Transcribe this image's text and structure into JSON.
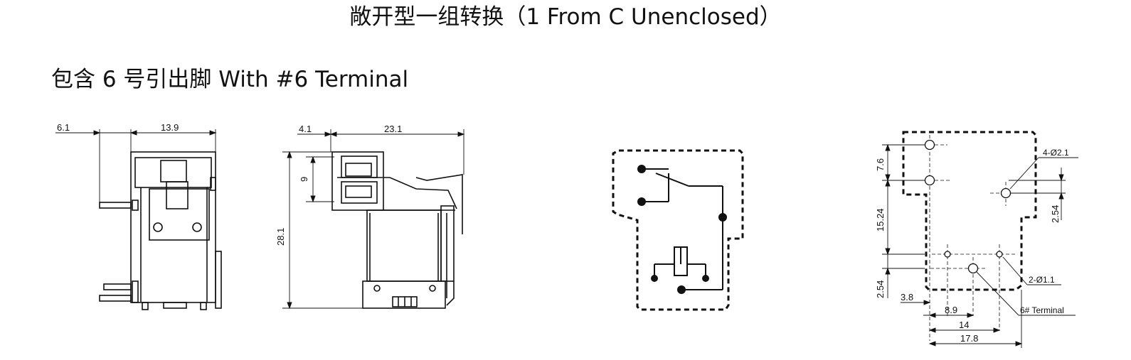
{
  "title": "敞开型一组转换（1 From C Unenclosed）",
  "subtitle": "包含 6 号引出脚  With #6 Terminal",
  "front_view": {
    "dim_left": "6.1",
    "dim_width": "13.9"
  },
  "side_view": {
    "dim_left": "4.1",
    "dim_width": "23.1",
    "dim_9": "9",
    "dim_height": "28.1"
  },
  "pcb_layout": {
    "dim_76": "7.6",
    "dim_1524": "15.24",
    "dim_254_bottom": "2.54",
    "dim_254_right": "2.54",
    "dim_38": "3.8",
    "dim_89": "8.9",
    "dim_14": "14",
    "dim_178": "17.8",
    "label_holes4": "4-Ø2.1",
    "label_holes2": "2-Ø1.1",
    "label_terminal6": "6# Terminal"
  }
}
